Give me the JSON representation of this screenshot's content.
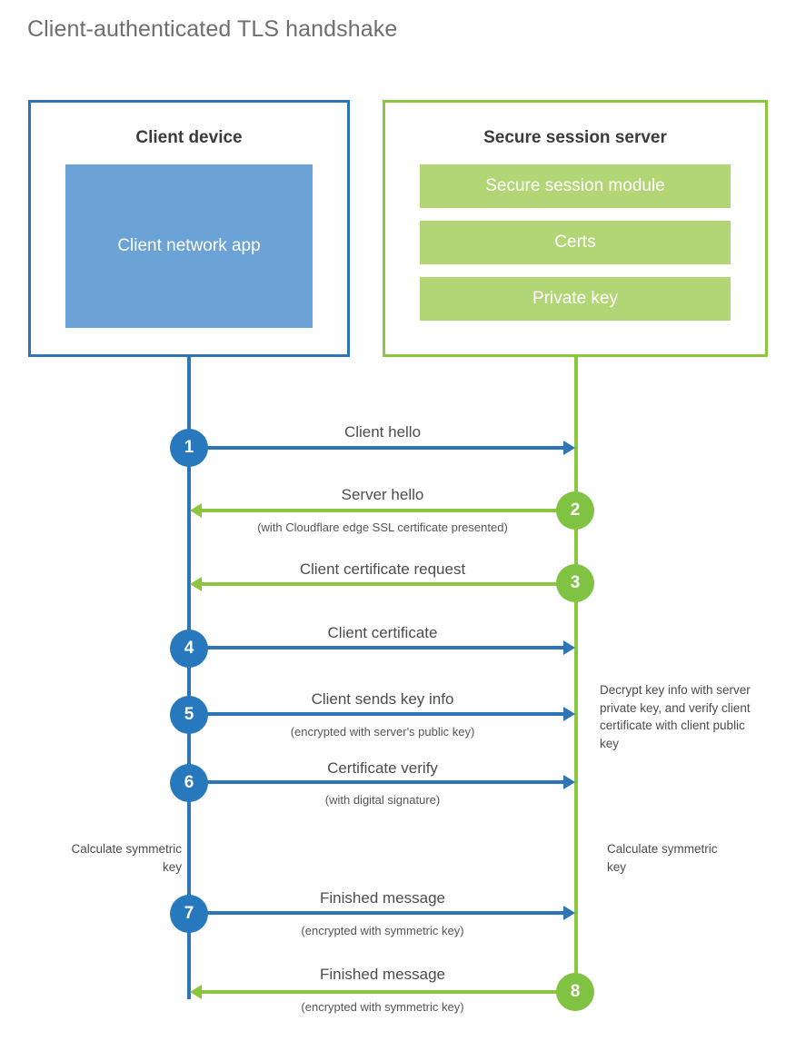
{
  "title": "Client-authenticated TLS handshake",
  "colors": {
    "client_blue": "#2e75b6",
    "client_circle_blue": "#2878be",
    "client_app_fill": "#6ba3d6",
    "server_green": "#8cc63f",
    "server_circle_green": "#80c342",
    "server_item_fill": "#b2d576",
    "title_grey": "#6e6e6e",
    "text_grey": "#4c4c4c",
    "heading_dark": "#3b3b3b",
    "background": "#ffffff"
  },
  "client": {
    "title": "Client device",
    "app_label": "Client network app"
  },
  "server": {
    "title": "Secure session server",
    "items": [
      {
        "label": "Secure session module"
      },
      {
        "label": "Certs"
      },
      {
        "label": "Private key"
      }
    ]
  },
  "notes": {
    "server_decrypt": "Decrypt key info with server private key, and verify client certificate with client public key",
    "client_calculate": "Calculate symmetric key",
    "server_calculate": "Calculate symmetric key"
  },
  "steps": [
    {
      "number": "1",
      "label": "Client hello",
      "sub": "",
      "direction": "client-to-server",
      "color": "blue"
    },
    {
      "number": "2",
      "label": "Server hello",
      "sub": "(with Cloudflare edge SSL certificate presented)",
      "direction": "server-to-client",
      "color": "green"
    },
    {
      "number": "3",
      "label": "Client certificate request",
      "sub": "",
      "direction": "server-to-client",
      "color": "green"
    },
    {
      "number": "4",
      "label": "Client certificate",
      "sub": "",
      "direction": "client-to-server",
      "color": "blue"
    },
    {
      "number": "5",
      "label": "Client sends key info",
      "sub": "(encrypted with server's public key)",
      "direction": "client-to-server",
      "color": "blue"
    },
    {
      "number": "6",
      "label": "Certificate verify",
      "sub": "(with digital signature)",
      "direction": "client-to-server",
      "color": "blue"
    },
    {
      "number": "7",
      "label": "Finished message",
      "sub": "(encrypted with symmetric key)",
      "direction": "client-to-server",
      "color": "blue"
    },
    {
      "number": "8",
      "label": "Finished message",
      "sub": "(encrypted with symmetric key)",
      "direction": "server-to-client",
      "color": "green"
    }
  ]
}
